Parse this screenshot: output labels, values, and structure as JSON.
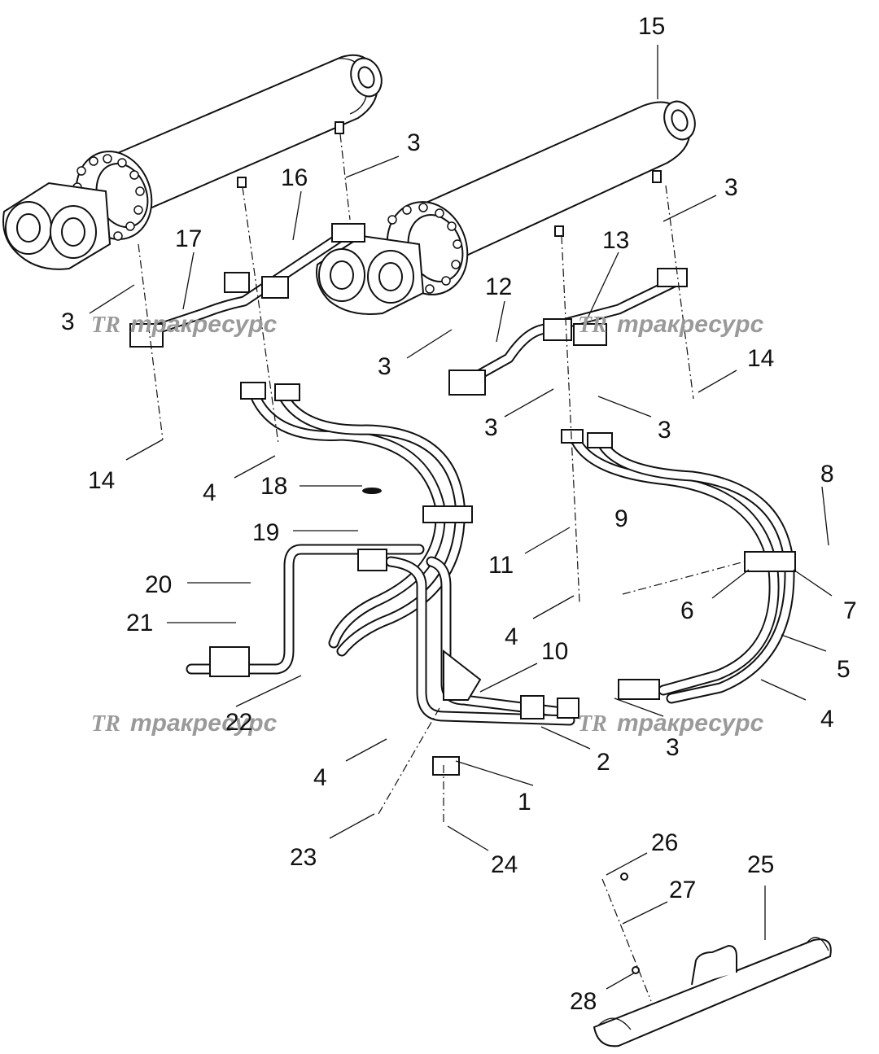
{
  "watermark": {
    "logo": "TR",
    "text": "тракресурс"
  },
  "callouts": {
    "c1": "1",
    "c2": "2",
    "c3a": "3",
    "c3b": "3",
    "c3c": "3",
    "c3d": "3",
    "c3e": "3",
    "c3f": "3",
    "c3g": "3",
    "c4a": "4",
    "c4b": "4",
    "c4c": "4",
    "c4d": "4",
    "c5": "5",
    "c6": "6",
    "c7": "7",
    "c8": "8",
    "c9": "9",
    "c10": "10",
    "c11": "11",
    "c12": "12",
    "c13": "13",
    "c14a": "14",
    "c14b": "14",
    "c15": "15",
    "c16": "16",
    "c17": "17",
    "c18": "18",
    "c19": "19",
    "c20": "20",
    "c21": "21",
    "c22": "22",
    "c23": "23",
    "c24": "24",
    "c25": "25",
    "c26": "26",
    "c27": "27",
    "c28": "28"
  },
  "parts": [
    {
      "id": "cylinder-left",
      "kind": "hydraulic-cylinder"
    },
    {
      "id": "cylinder-right",
      "kind": "hydraulic-cylinder"
    },
    {
      "id": "hose-bundle-left",
      "kind": "hose"
    },
    {
      "id": "hose-bundle-right",
      "kind": "hose"
    },
    {
      "id": "tube-assembly",
      "kind": "tube"
    },
    {
      "id": "guard-cover",
      "kind": "cover"
    }
  ]
}
